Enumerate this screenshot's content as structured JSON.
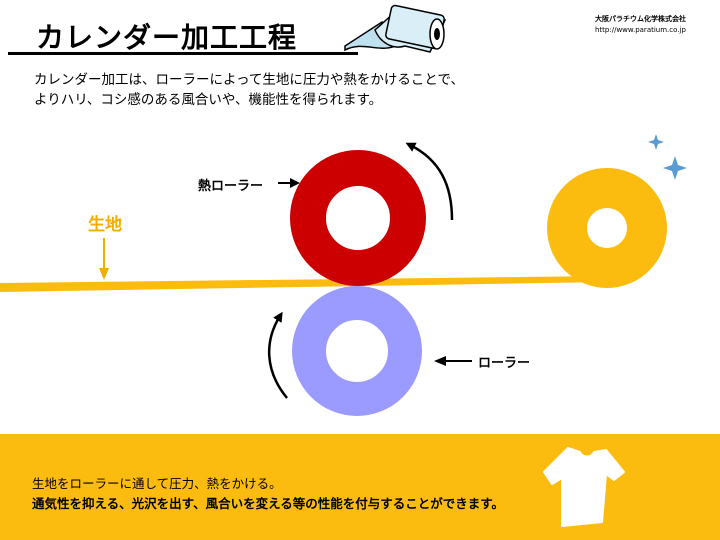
{
  "header": {
    "title": "カレンダー加工工程",
    "company": "大阪パラチウム化学株式会社",
    "url": "http://www.paratium.co.jp"
  },
  "intro": {
    "line1": "カレンダー加工は、ローラーによって生地に圧力や熱をかけることで、",
    "line2": "よりハリ、コシ感のある風合いや、機能性を得られます。"
  },
  "diagram": {
    "heat_roller_label": "熱ローラー",
    "roller_label": "ローラー",
    "fabric_label": "生地"
  },
  "footer": {
    "line1": "生地をローラーに通して圧力、熱をかける。",
    "line2": "通気性を抑える、光沢を出す、風合いを変える等の性能を付与することができます。"
  },
  "colors": {
    "heat_roller": "#cc0000",
    "roller": "#9a9aff",
    "fabric": "#fcbc0f",
    "sparkle": "#5b9bd5"
  },
  "icons": [
    "paper-roll-icon",
    "sparkle-icon",
    "tshirt-icon",
    "arrow-icon"
  ]
}
